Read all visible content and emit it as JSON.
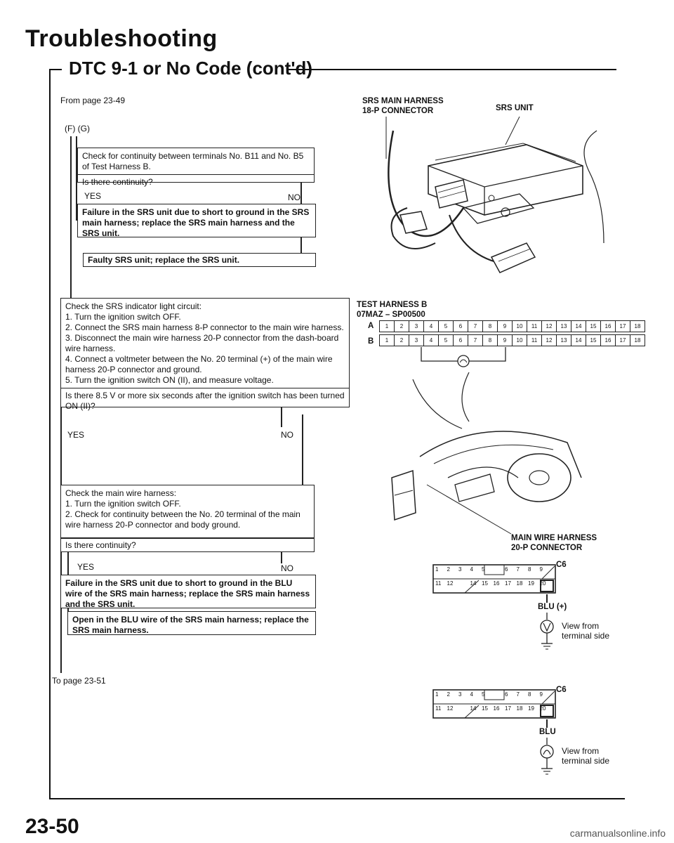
{
  "header": {
    "title": "Troubleshooting",
    "subtitle": "DTC 9-1 or No Code (cont'd)"
  },
  "flow": {
    "from_page": "From page 23-49",
    "branch_labels": "(F) (G)",
    "box1_text": "Check for continuity between terminals No. B11 and No. B5 of Test Harness B.",
    "box1_question": "Is there continuity?",
    "yes1": "YES",
    "no1": "NO",
    "box2_text": "Failure in the SRS unit due to short to ground in the SRS main harness; replace the SRS main harness and the SRS unit.",
    "box3_text": "Faulty SRS unit; replace the SRS unit.",
    "box4_title": "Check the SRS indicator light circuit:",
    "box4_steps": [
      "1. Turn the ignition switch OFF.",
      "2. Connect the SRS main harness 8-P connector to the main wire harness.",
      "3. Disconnect the main wire harness 20-P connector from the dash-board wire harness.",
      "4. Connect a voltmeter between the No. 20 terminal (+) of the main wire harness 20-P connector and ground.",
      "5. Turn the ignition switch ON (II), and measure voltage."
    ],
    "box4_question": "Is there 8.5 V or more six seconds after the ignition switch has been turned ON (II)?",
    "yes2": "YES",
    "no2": "NO",
    "box5_title": "Check the main wire harness:",
    "box5_steps": [
      "1. Turn the ignition switch OFF.",
      "2. Check for continuity between the No. 20 terminal of the main wire harness 20-P connector and body ground."
    ],
    "box5_question": "Is there continuity?",
    "yes3": "YES",
    "no3": "NO",
    "box6_text": "Failure in the SRS unit due to short to ground in the BLU wire of the SRS main harness; replace the SRS main harness and the SRS unit.",
    "box7_text": "Open in the BLU wire of the SRS main harness; replace the SRS main harness.",
    "to_page": "To page 23-51"
  },
  "diagram": {
    "srs_main_harness": "SRS MAIN HARNESS",
    "connector_18p": "18-P CONNECTOR",
    "srs_unit": "SRS UNIT",
    "test_harness": "TEST HARNESS B",
    "test_harness_code": "07MAZ – SP00500",
    "row_a": "A",
    "row_b": "B",
    "pins_18": [
      "1",
      "2",
      "3",
      "4",
      "5",
      "6",
      "7",
      "8",
      "9",
      "10",
      "11",
      "12",
      "13",
      "14",
      "15",
      "16",
      "17",
      "18"
    ],
    "main_wire_harness": "MAIN WIRE HARNESS",
    "connector_20p": "20-P CONNECTOR",
    "c6_label_1": "C6",
    "c6_label_2": "C6",
    "c6_top_row": [
      "1",
      "2",
      "3",
      "4",
      "5",
      "",
      "6",
      "7",
      "8",
      "9",
      ""
    ],
    "c6_bottom_row": [
      "11",
      "12",
      "",
      "14",
      "15",
      "16",
      "17",
      "18",
      "19",
      "20"
    ],
    "blu_plus": "BLU (+)",
    "blu": "BLU",
    "view_from_1": "View from",
    "terminal_side_1": "terminal side",
    "view_from_2": "View from",
    "terminal_side_2": "terminal side"
  },
  "footer": {
    "page_number": "23-50",
    "watermark": "carmanualsonline.info"
  }
}
